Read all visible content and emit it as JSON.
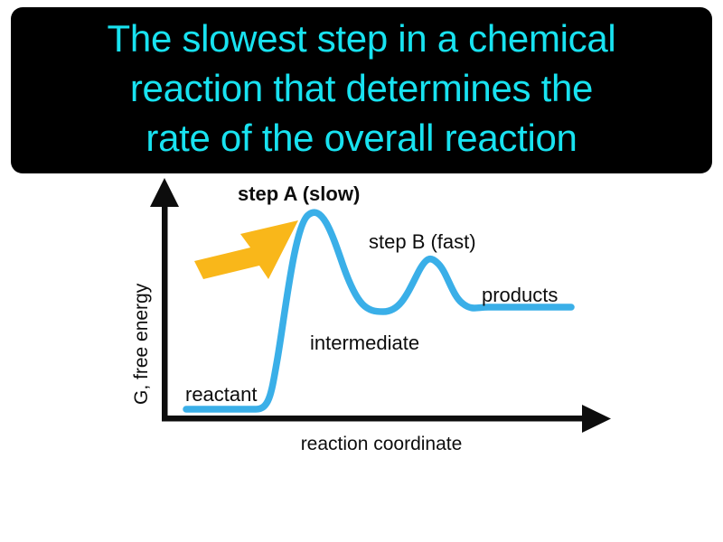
{
  "banner": {
    "background_color": "#000000",
    "text_color": "#18E2F0",
    "lines": [
      "The slowest step in a chemical",
      "reaction that determines the",
      "rate of the overall reaction"
    ]
  },
  "diagram": {
    "type": "reaction-energy-profile",
    "curve_color": "#3AAFE8",
    "arrow_color": "#F9B71A",
    "axis_color": "#0d0d0d",
    "y_axis_label": "G, free energy",
    "x_axis_label": "reaction coordinate",
    "labels": {
      "step_a": "step A (slow)",
      "step_b": "step B (fast)",
      "intermediate": "intermediate",
      "reactant": "reactant",
      "products": "products"
    },
    "annotation_arrow": {
      "name": "highlight-arrow",
      "points_to": "step A (slow)",
      "direction": "up-right"
    },
    "features": [
      {
        "name": "reactant",
        "stage": "start",
        "relative_energy": "low"
      },
      {
        "name": "step A (slow)",
        "stage": "transition-state-1",
        "relative_energy": "highest"
      },
      {
        "name": "intermediate",
        "stage": "minimum",
        "relative_energy": "medium"
      },
      {
        "name": "step B (fast)",
        "stage": "transition-state-2",
        "relative_energy": "high"
      },
      {
        "name": "products",
        "stage": "end",
        "relative_energy": "medium-low"
      }
    ]
  }
}
